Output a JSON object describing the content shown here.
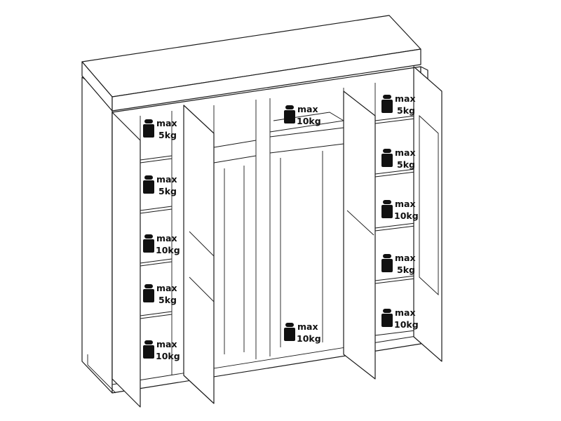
{
  "diagram": {
    "subject": "wardrobe",
    "colors": {
      "line": "#1a1a1a",
      "label": "#111111"
    },
    "groups": [
      {
        "id": "left-column",
        "labels": [
          {
            "line1": "max",
            "line2": "5kg"
          },
          {
            "line1": "max",
            "line2": "5kg"
          },
          {
            "line1": "max",
            "line2": "10kg"
          },
          {
            "line1": "max",
            "line2": "5kg"
          },
          {
            "line1": "max",
            "line2": "10kg"
          }
        ]
      },
      {
        "id": "middle-column",
        "labels": [
          {
            "line1": "max",
            "line2": "10kg"
          },
          {
            "line1": "max",
            "line2": "10kg"
          }
        ]
      },
      {
        "id": "right-column",
        "labels": [
          {
            "line1": "max",
            "line2": "5kg"
          },
          {
            "line1": "max",
            "line2": "5kg"
          },
          {
            "line1": "max",
            "line2": "10kg"
          },
          {
            "line1": "max",
            "line2": "5kg"
          },
          {
            "line1": "max",
            "line2": "10kg"
          }
        ]
      }
    ]
  }
}
